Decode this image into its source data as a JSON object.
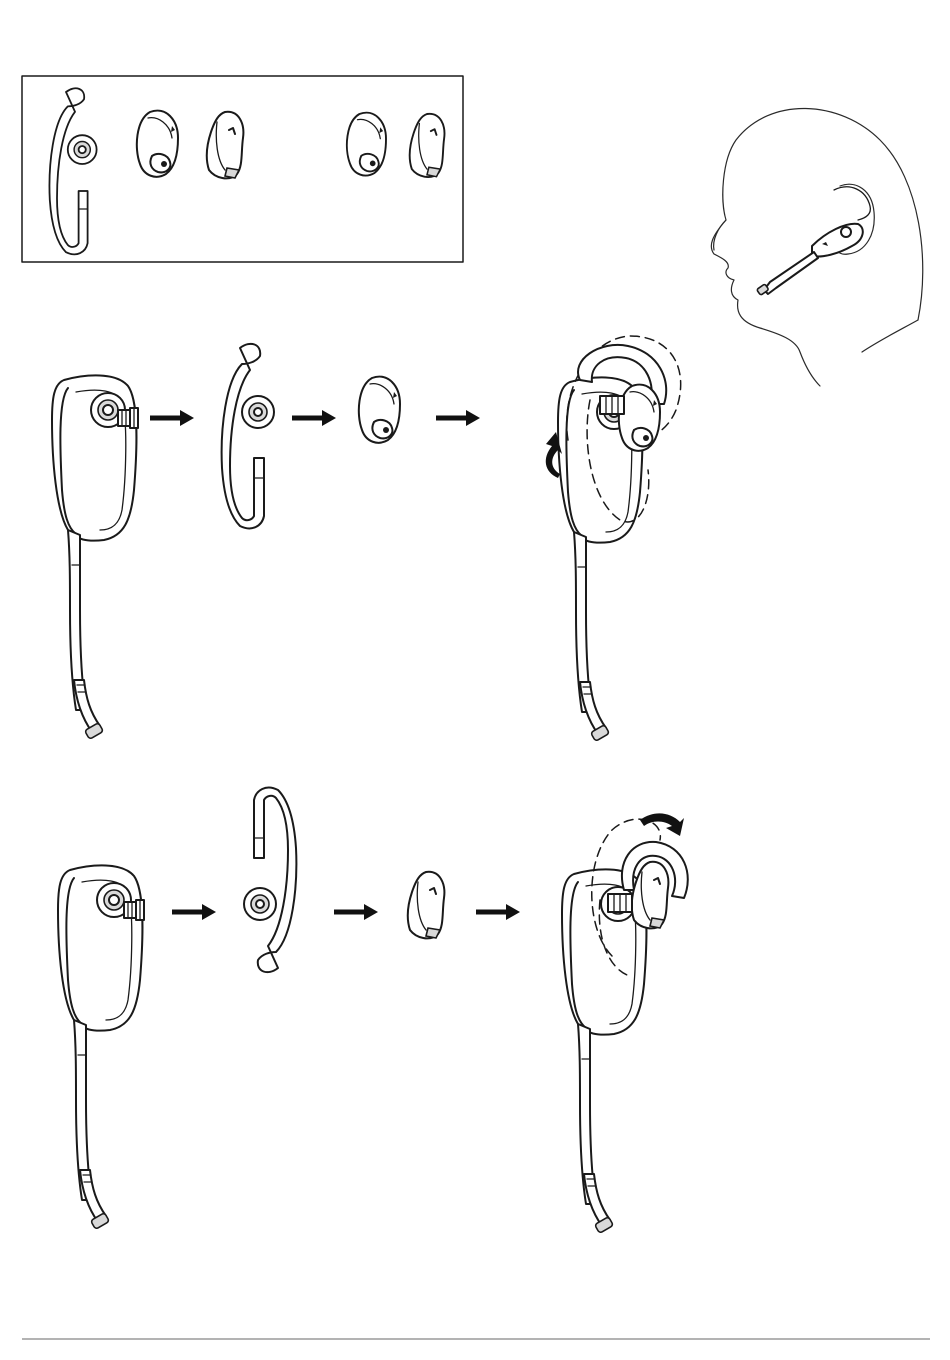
{
  "figure": {
    "kit_box": {
      "contents": [
        "earhook",
        "eartip-large-left",
        "eartip-large-right",
        "eartip-small-left",
        "eartip-small-right"
      ]
    },
    "steps": [
      {
        "row": 1,
        "sequence": [
          "headset-body",
          "arrow-right-icon",
          "earhook",
          "arrow-right-icon",
          "eartip",
          "arrow-right-icon",
          "assembled-headset"
        ],
        "motion": "rotate-earhook-up"
      },
      {
        "row": 2,
        "sequence": [
          "headset-body",
          "arrow-right-icon",
          "earhook",
          "arrow-right-icon",
          "eartip",
          "arrow-right-icon",
          "assembled-headset"
        ],
        "motion": "rotate-earhook-right"
      }
    ],
    "wearing_view": "head-profile-with-headset"
  },
  "colors": {
    "line": "#1a1a1a",
    "background": "#ffffff",
    "footer_rule": "#9a9a9a"
  }
}
